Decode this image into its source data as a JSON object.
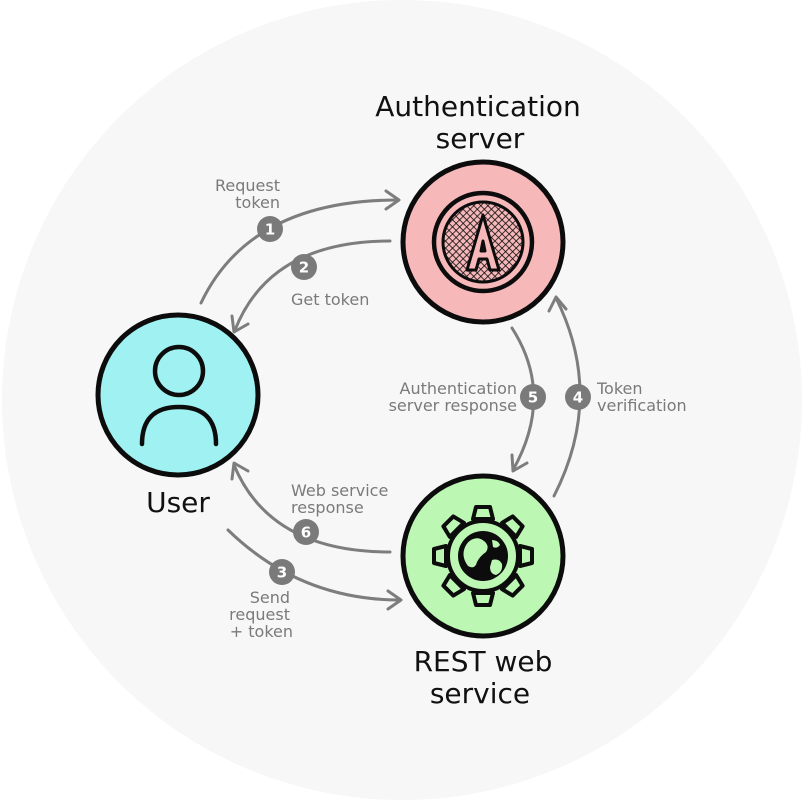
{
  "colors": {
    "background_circle": "#f7f7f7",
    "user_fill": "#a0f2f2",
    "auth_fill": "#f7b8ba",
    "rest_fill": "#bdf7b4",
    "outline": "#0c0c0c",
    "arrow": "#7d7d7d",
    "step_badge": "#7a7a7a",
    "label_text": "#7a7a7a"
  },
  "nodes": {
    "user": {
      "title": "User",
      "icon": "person-icon"
    },
    "auth": {
      "title_line1": "Authentication",
      "title_line2": "server",
      "icon": "angular-logo-icon"
    },
    "rest": {
      "title_line1": "REST web",
      "title_line2": "service",
      "icon": "gear-globe-icon"
    }
  },
  "steps": [
    {
      "number": "1",
      "label_lines": [
        "Request",
        "token"
      ]
    },
    {
      "number": "2",
      "label_lines": [
        "Get token"
      ]
    },
    {
      "number": "3",
      "label_lines": [
        "Send",
        "request",
        "+ token"
      ]
    },
    {
      "number": "4",
      "label_lines": [
        "Token",
        "verification"
      ]
    },
    {
      "number": "5",
      "label_lines": [
        "Authentication",
        "server response"
      ]
    },
    {
      "number": "6",
      "label_lines": [
        "Web service",
        "response"
      ]
    }
  ]
}
